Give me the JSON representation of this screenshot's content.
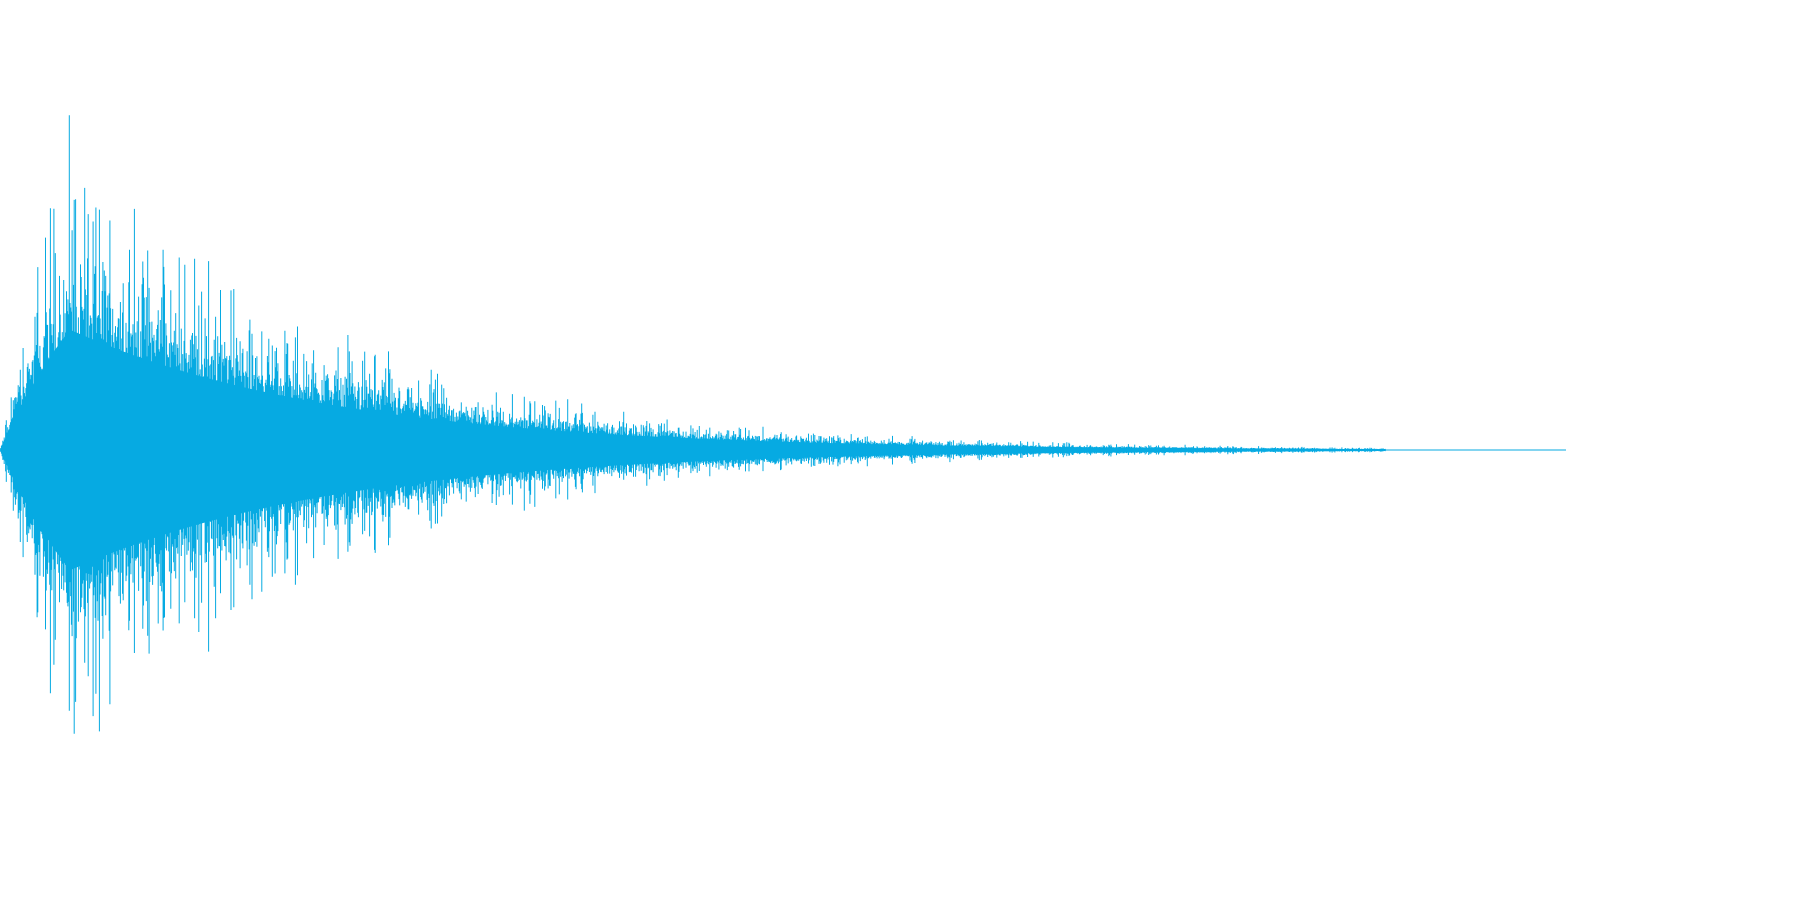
{
  "waveform": {
    "color": "#06aae2",
    "background": "#ffffff",
    "shape": "percussive-decay",
    "peak_amplitude": 0.87,
    "fade_fraction": 0.77,
    "tail_fraction": 0.87
  }
}
